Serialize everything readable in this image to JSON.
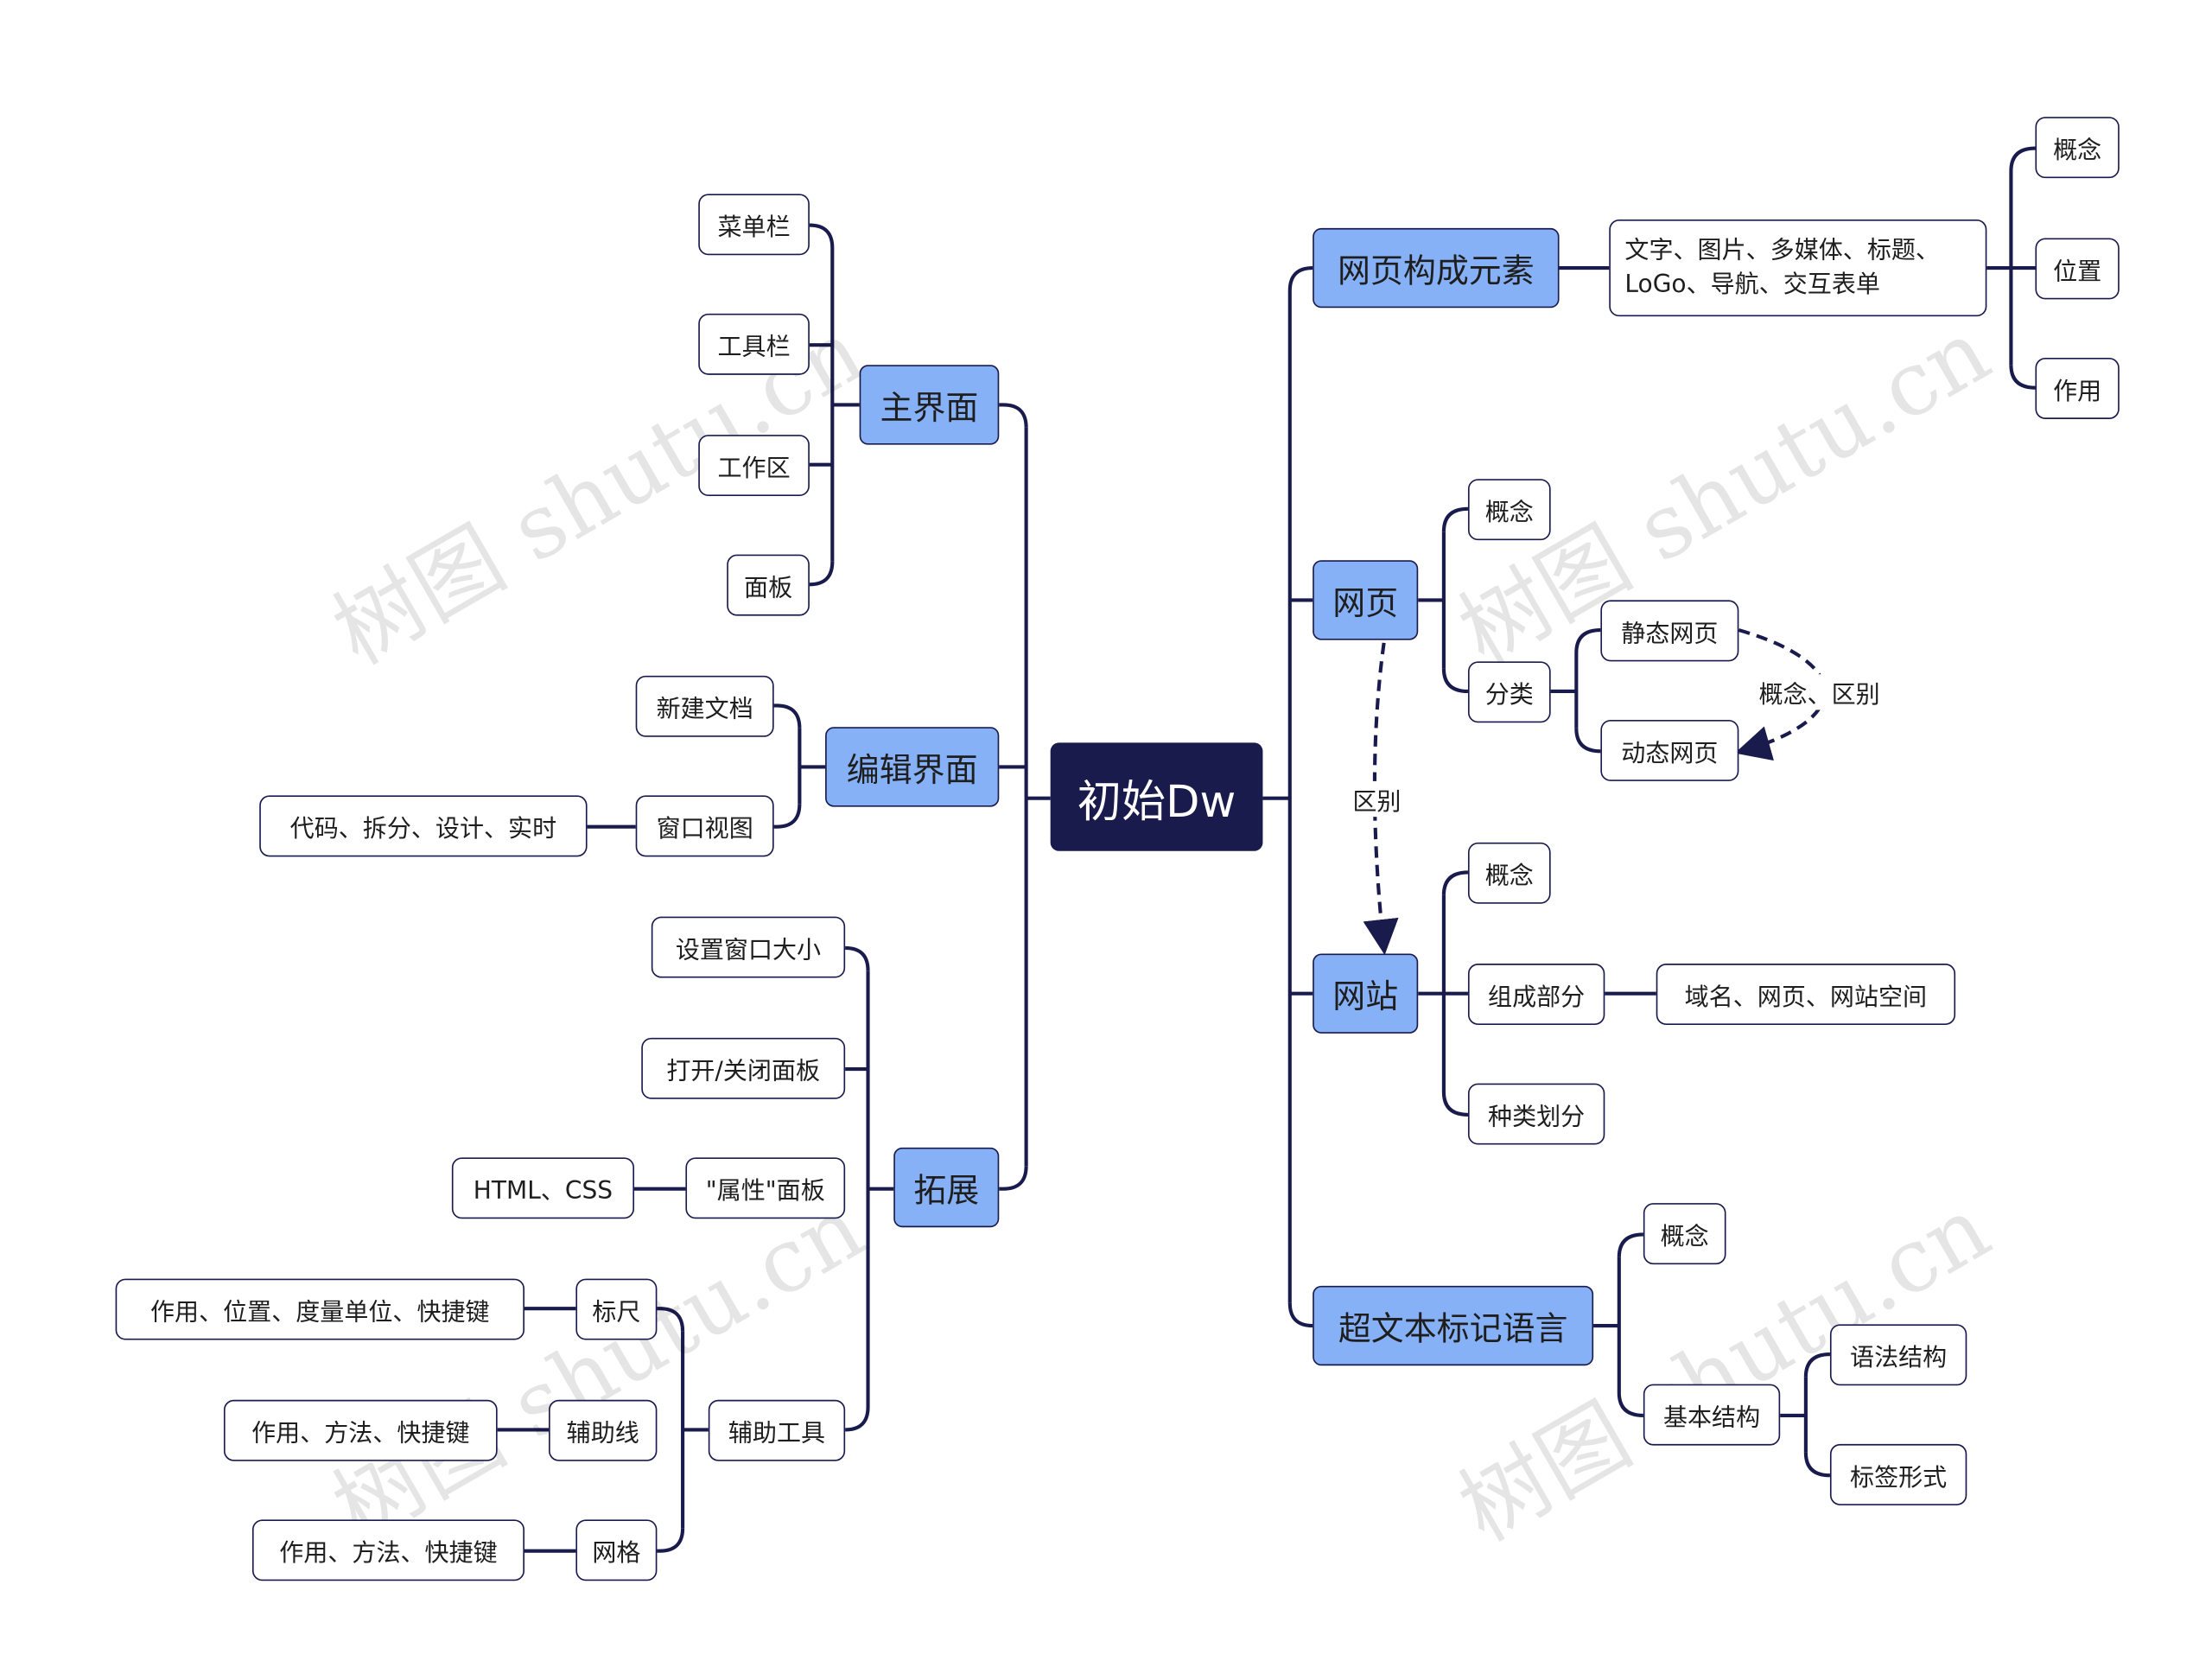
{
  "root": "初始Dw",
  "branches": {
    "main_ui": {
      "label": "主界面",
      "children": [
        "菜单栏",
        "工具栏",
        "工作区",
        "面板"
      ]
    },
    "edit_ui": {
      "label": "编辑界面",
      "children": [
        "新建文档",
        "窗口视图"
      ],
      "view_modes": "代码、拆分、设计、实时"
    },
    "extend": {
      "label": "拓展",
      "children": [
        "设置窗口大小",
        "打开/关闭面板",
        "\"属性\"面板",
        "辅助工具"
      ],
      "properties_detail": "HTML、CSS",
      "tools": [
        {
          "label": "标尺",
          "detail": "作用、位置、度量单位、快捷键"
        },
        {
          "label": "辅助线",
          "detail": "作用、方法、快捷键"
        },
        {
          "label": "网格",
          "detail": "作用、方法、快捷键"
        }
      ]
    },
    "elements": {
      "label": "网页构成元素",
      "detail": "文字、图片、多媒体、标题、LoGo、导航、交互表单",
      "children": [
        "概念",
        "位置",
        "作用"
      ]
    },
    "webpage": {
      "label": "网页",
      "children": [
        "概念",
        "分类"
      ],
      "types": [
        "静态网页",
        "动态网页"
      ],
      "types_relation": "概念、区别",
      "relation_to_site": "区别"
    },
    "website": {
      "label": "网站",
      "children": [
        "概念",
        "组成部分",
        "种类划分"
      ],
      "parts_detail": "域名、网页、网站空间"
    },
    "hypertext": {
      "label": "超文本标记语言",
      "children": [
        "概念",
        "基本结构"
      ],
      "structure": [
        "语法结构",
        "标签形式"
      ]
    }
  },
  "watermark": "树图 shutu.cn",
  "colors": {
    "root": "#1a1b4d",
    "main": "#87b1f7",
    "line": "#1a1b4d"
  }
}
